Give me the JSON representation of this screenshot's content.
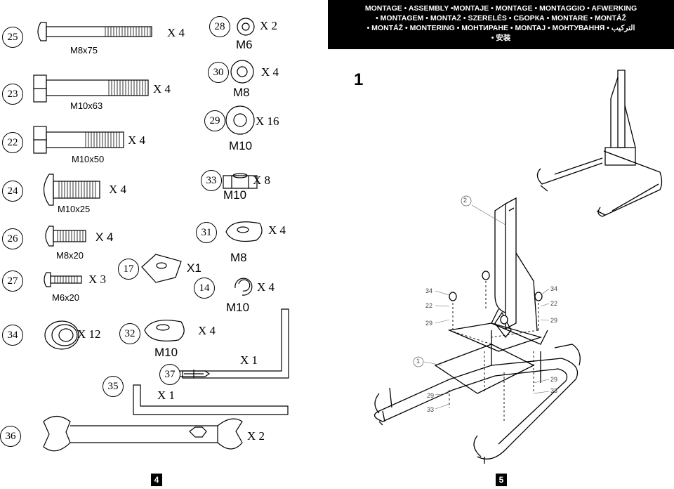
{
  "header": {
    "line1": "MONTAGE • ASSEMBLY •MONTAJE • MONTAGE • MONTAGGIO • AFWERKING",
    "line2": "• MONTAGEM • MONTAŻ • SZERELÉS • СБОРКА • MONTARE • MONTÁŽ",
    "line3": "• MONTÁŽ • MONTERING • МОНТИРАНЕ • MONTAJ • МОНТУВАННЯ • التركيب",
    "line4": "• 安装"
  },
  "step_number": "1",
  "parts": [
    {
      "id": "25",
      "qty": "X 4",
      "size": "M8x75"
    },
    {
      "id": "23",
      "qty": "X 4",
      "size": "M10x63"
    },
    {
      "id": "22",
      "qty": "X 4",
      "size": "M10x50"
    },
    {
      "id": "24",
      "qty": "X 4",
      "size": "M10x25"
    },
    {
      "id": "26",
      "qty": "X 4",
      "size": "M8x20"
    },
    {
      "id": "27",
      "qty": "X 3",
      "size": "M6x20"
    },
    {
      "id": "34",
      "qty": "X 12",
      "size": ""
    },
    {
      "id": "28",
      "qty": "X 2",
      "size": "M6"
    },
    {
      "id": "30",
      "qty": "X 4",
      "size": "M8"
    },
    {
      "id": "29",
      "qty": "X 16",
      "size": "M10"
    },
    {
      "id": "33",
      "qty": "X 8",
      "size": "M10"
    },
    {
      "id": "31",
      "qty": "X 4",
      "size": "M8"
    },
    {
      "id": "17",
      "qty": "X1",
      "size": ""
    },
    {
      "id": "14",
      "qty": "X 4",
      "size": "M10"
    },
    {
      "id": "32",
      "qty": "X 4",
      "size": "M10"
    },
    {
      "id": "37",
      "qty": "X 1",
      "size": ""
    },
    {
      "id": "35",
      "qty": "X 1",
      "size": ""
    },
    {
      "id": "36",
      "qty": "X 2",
      "size": ""
    }
  ],
  "diagram_callouts": {
    "c2": "2",
    "c1": "1",
    "l34": "34",
    "l22": "22",
    "l29": "29",
    "r34": "34",
    "r22": "22",
    "r29": "29",
    "b29a": "29",
    "b33a": "33",
    "b29b": "29",
    "b33b": "33"
  },
  "page_numbers": {
    "left": "4",
    "right": "5"
  }
}
